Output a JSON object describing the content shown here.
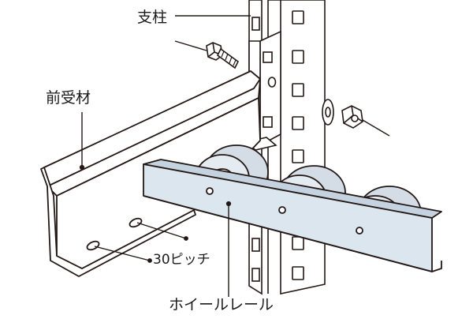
{
  "labels": {
    "post": "支柱",
    "front_beam": "前受材",
    "pitch": "30ピッチ",
    "wheel_rail": "ホイールレール"
  },
  "colors": {
    "outline": "#231815",
    "rail_fill": "#dbe6ef",
    "rail_dark": "#c4d3df",
    "wheel_fill": "#d4dde6",
    "metal_fill": "#ffffff",
    "hole_fill": "#ffffff"
  }
}
